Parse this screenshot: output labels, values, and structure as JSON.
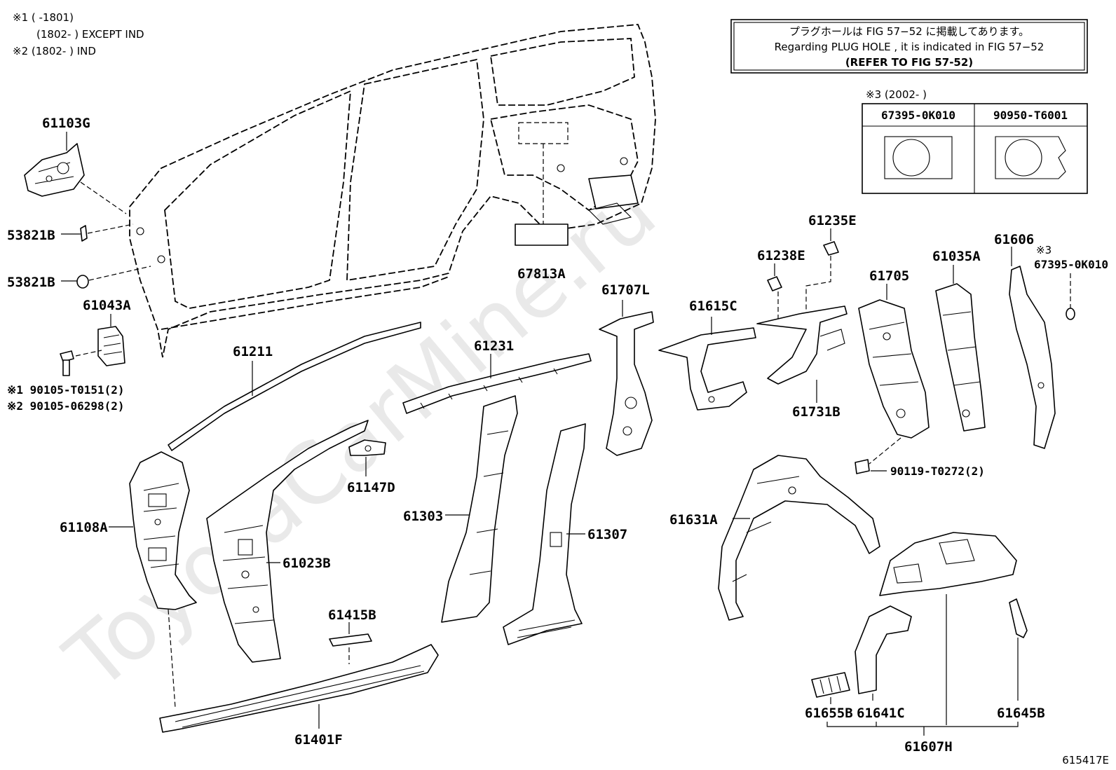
{
  "notes": {
    "n1": "※1 (       -1801)",
    "n2": "(1802-       ) EXCEPT IND",
    "n3": "※2 (1802-       ) IND"
  },
  "plug_box": {
    "line1": "プラグホールは FIG  57−52 に掲載してあります。",
    "line2": "Regarding  PLUG  HOLE , it is indicated in FIG  57−52",
    "line3": "(REFER TO FIG 57-52)"
  },
  "option_table": {
    "note": "※3 (2002-       )",
    "col1": "67395-0K010",
    "col2": "90950-T6001"
  },
  "watermark": "ToyotaCarMine.ru",
  "labels": {
    "p61103G": "61103G",
    "p53821B_1": "53821B",
    "p53821B_2": "53821B",
    "p61043A": "61043A",
    "p90105_1": "※1 90105-T0151(2)",
    "p90105_2": "※2 90105-06298(2)",
    "p61211": "61211",
    "p61108A": "61108A",
    "p61023B": "61023B",
    "p61231": "61231",
    "p61147D": "61147D",
    "p61303": "61303",
    "p61307": "61307",
    "p61415B": "61415B",
    "p61401F": "61401F",
    "p67813A": "67813A",
    "p61707L": "61707L",
    "p61615C": "61615C",
    "p61238E": "61238E",
    "p61235E": "61235E",
    "p61731B": "61731B",
    "p61705": "61705",
    "p61035A": "61035A",
    "p61606": "61606",
    "p_note3": "※3",
    "p67395": "67395-0K010",
    "p90119": "90119-T0272(2)",
    "p61631A": "61631A",
    "p61655B": "61655B",
    "p61641C": "61641C",
    "p61645B": "61645B",
    "p61607H": "61607H"
  },
  "figure_id": "615417E"
}
